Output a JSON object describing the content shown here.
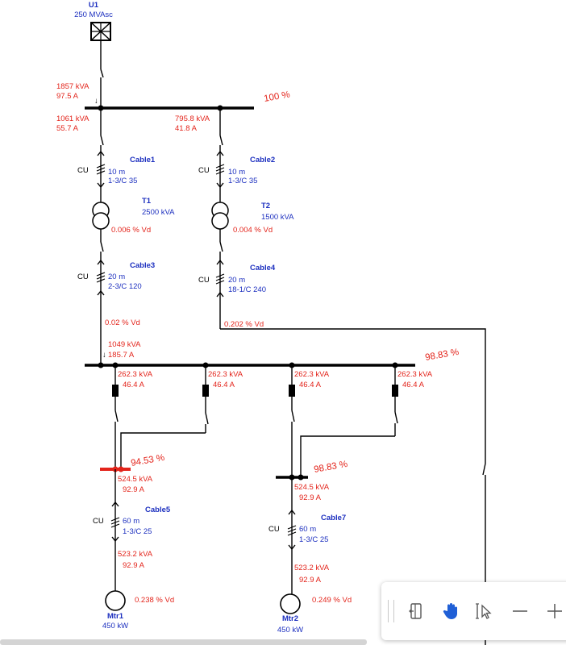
{
  "utility": {
    "id": "U1",
    "rating": "250 MVAsc"
  },
  "main_bus": {
    "percent": "100 %",
    "incoming": {
      "kva": "1857 kVA",
      "amps": "97.5 A"
    },
    "feeder_left": {
      "kva": "1061 kVA",
      "amps": "55.7 A"
    },
    "feeder_right": {
      "kva": "795.8 kVA",
      "amps": "41.8 A"
    }
  },
  "cable1": {
    "name": "Cable1",
    "material": "CU",
    "length": "10 m",
    "size": "1-3/C 35"
  },
  "cable2": {
    "name": "Cable2",
    "material": "CU",
    "length": "10 m",
    "size": "1-3/C 35"
  },
  "t1": {
    "name": "T1",
    "rating": "2500 kVA",
    "vd": "0.006 % Vd"
  },
  "t2": {
    "name": "T2",
    "rating": "1500 kVA",
    "vd": "0.004 % Vd"
  },
  "cable3": {
    "name": "Cable3",
    "material": "CU",
    "length": "20 m",
    "size": "2-3/C 120",
    "vd": "0.02 % Vd"
  },
  "cable4": {
    "name": "Cable4",
    "material": "CU",
    "length": "20 m",
    "size": "18-1/C 240",
    "vd": "0.202 % Vd"
  },
  "lv_bus": {
    "percent": "98.83 %",
    "incoming": {
      "kva": "1049 kVA",
      "amps": "185.7 A"
    },
    "feeders": [
      {
        "kva": "262.3 kVA",
        "amps": "46.4 A"
      },
      {
        "kva": "262.3 kVA",
        "amps": "46.4 A"
      },
      {
        "kva": "262.3 kVA",
        "amps": "46.4 A"
      },
      {
        "kva": "262.3 kVA",
        "amps": "46.4 A"
      }
    ]
  },
  "bus_a": {
    "percent": "94.53 %",
    "kva": "524.5 kVA",
    "amps": "92.9 A"
  },
  "bus_b": {
    "percent": "98.83 %",
    "kva": "524.5 kVA",
    "amps": "92.9 A"
  },
  "cable5": {
    "name": "Cable5",
    "material": "CU",
    "length": "60 m",
    "size": "1-3/C 25",
    "out_kva": "523.2 kVA",
    "out_amps": "92.9 A"
  },
  "cable7": {
    "name": "Cable7",
    "material": "CU",
    "length": "60 m",
    "size": "1-3/C 25",
    "out_kva": "523.2 kVA",
    "out_amps": "92.9 A"
  },
  "mtr1": {
    "name": "Mtr1",
    "rating": "450 kW",
    "vd": "0.238 % Vd"
  },
  "mtr2": {
    "name": "Mtr2",
    "rating": "450 kW",
    "vd": "0.249 % Vd"
  },
  "colors": {
    "annotation_red": "#e3241b",
    "label_blue": "#1c2fbf",
    "faulted_bus": "#e3241b"
  },
  "toolbar": {
    "buttons": [
      {
        "name": "panel-toggle-icon"
      },
      {
        "name": "pan-hand-icon"
      },
      {
        "name": "select-cursor-icon"
      },
      {
        "name": "zoom-out-icon"
      },
      {
        "name": "zoom-in-icon"
      }
    ]
  }
}
